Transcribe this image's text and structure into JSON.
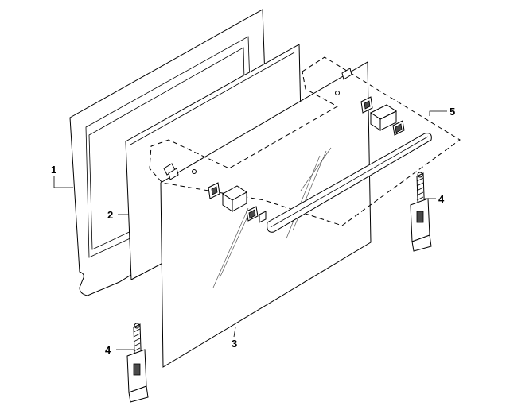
{
  "diagram": {
    "callouts": [
      {
        "id": "outer-glass",
        "label": "1"
      },
      {
        "id": "middle-glass",
        "label": "2"
      },
      {
        "id": "front-glass",
        "label": "3"
      },
      {
        "id": "hinge-left",
        "label": "4"
      },
      {
        "id": "hinge-right",
        "label": "4"
      },
      {
        "id": "handle-assembly",
        "label": "5"
      }
    ]
  }
}
